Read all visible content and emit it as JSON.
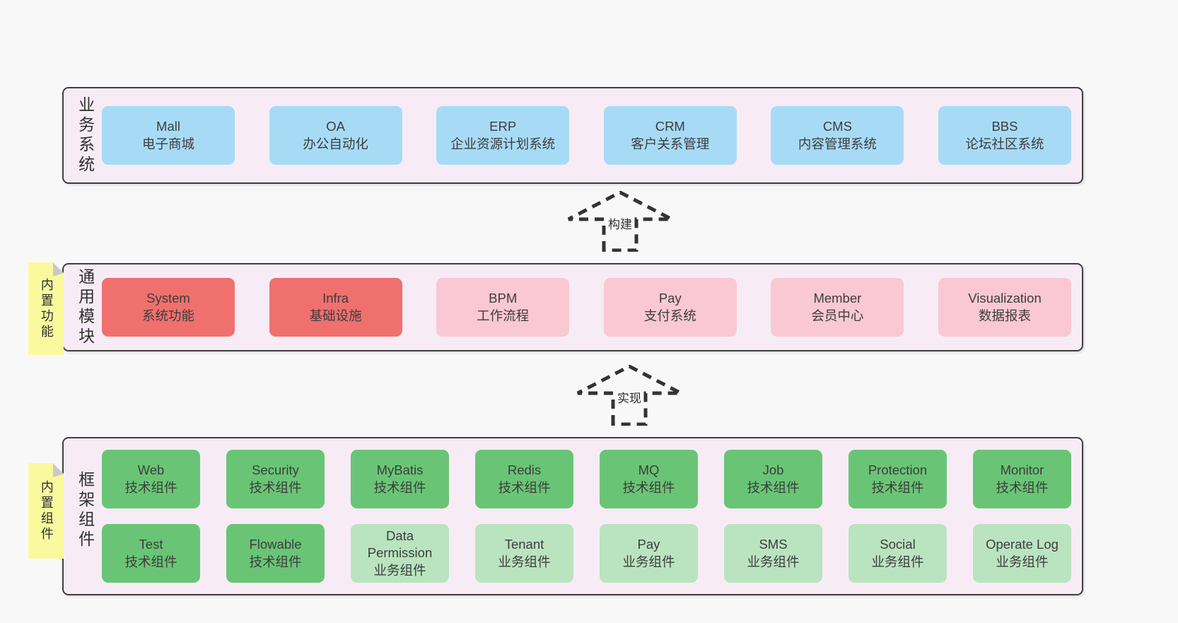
{
  "colors": {
    "page-bg": "#f8f8f8",
    "band-bg": "#f7ecf6",
    "band-border": "#3f3f3f",
    "box-blue": "#a7dbf5",
    "box-red": "#f0706e",
    "box-pink": "#f9c8d3",
    "box-green": "#69c575",
    "box-light-green": "#bae4bf",
    "sticky-yellow": "#fbf99e",
    "sticky-fold": "#c9c9c9",
    "text": "#3d3d3d",
    "arrow-stroke": "#333333"
  },
  "bands": [
    {
      "label": "业务系统",
      "items": [
        {
          "name": "Mall",
          "subtitle": "电子商城"
        },
        {
          "name": "OA",
          "subtitle": "办公自动化"
        },
        {
          "name": "ERP",
          "subtitle": "企业资源计划系统"
        },
        {
          "name": "CRM",
          "subtitle": "客户关系管理"
        },
        {
          "name": "CMS",
          "subtitle": "内容管理系统"
        },
        {
          "name": "BBS",
          "subtitle": "论坛社区系统"
        }
      ]
    },
    {
      "label": "通用模块",
      "sticky": "内置功能",
      "items": [
        {
          "name": "System",
          "subtitle": "系统功能"
        },
        {
          "name": "Infra",
          "subtitle": "基础设施"
        },
        {
          "name": "BPM",
          "subtitle": "工作流程"
        },
        {
          "name": "Pay",
          "subtitle": "支付系统"
        },
        {
          "name": "Member",
          "subtitle": "会员中心"
        },
        {
          "name": "Visualization",
          "subtitle": "数据报表"
        }
      ]
    },
    {
      "label": "框架组件",
      "sticky": "内置组件",
      "rows": [
        [
          {
            "name": "Web",
            "subtitle": "技术组件"
          },
          {
            "name": "Security",
            "subtitle": "技术组件"
          },
          {
            "name": "MyBatis",
            "subtitle": "技术组件"
          },
          {
            "name": "Redis",
            "subtitle": "技术组件"
          },
          {
            "name": "MQ",
            "subtitle": "技术组件"
          },
          {
            "name": "Job",
            "subtitle": "技术组件"
          },
          {
            "name": "Protection",
            "subtitle": "技术组件"
          },
          {
            "name": "Monitor",
            "subtitle": "技术组件"
          }
        ],
        [
          {
            "name": "Test",
            "subtitle": "技术组件"
          },
          {
            "name": "Flowable",
            "subtitle": "技术组件"
          },
          {
            "name": "Data Permission",
            "subtitle": "业务组件"
          },
          {
            "name": "Tenant",
            "subtitle": "业务组件"
          },
          {
            "name": "Pay",
            "subtitle": "业务组件"
          },
          {
            "name": "SMS",
            "subtitle": "业务组件"
          },
          {
            "name": "Social",
            "subtitle": "业务组件"
          },
          {
            "name": "Operate Log",
            "subtitle": "业务组件"
          }
        ]
      ]
    }
  ],
  "arrows": [
    {
      "label": "构建"
    },
    {
      "label": "实现"
    }
  ]
}
